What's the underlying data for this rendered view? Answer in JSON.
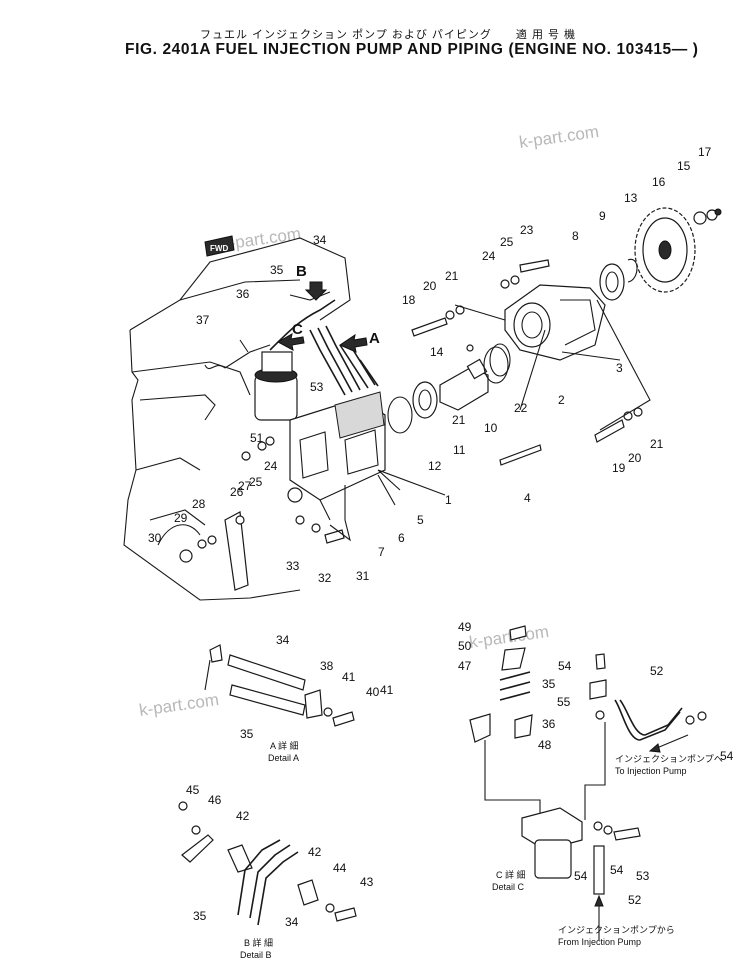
{
  "header": {
    "title_jp": "フュエル インジェクション ポンプ および パイピング　　適 用 号 機",
    "title": "FIG. 2401A  FUEL  INJECTION  PUMP  AND  PIPING  (ENGINE  NO. 103415— )"
  },
  "watermark": "k-part.com",
  "fwd_label": "FWD",
  "view_arrows": [
    "A",
    "B",
    "C"
  ],
  "part_numbers": [
    "1",
    "2",
    "3",
    "4",
    "5",
    "6",
    "7",
    "8",
    "9",
    "10",
    "11",
    "12",
    "13",
    "14",
    "15",
    "16",
    "17",
    "18",
    "19",
    "20",
    "21",
    "22",
    "23",
    "24",
    "25",
    "26",
    "27",
    "28",
    "29",
    "30",
    "31",
    "32",
    "33",
    "34",
    "35",
    "36",
    "37",
    "38",
    "40",
    "41",
    "42",
    "43",
    "44",
    "45",
    "46",
    "47",
    "48",
    "49",
    "50",
    "51",
    "52",
    "53",
    "54",
    "55"
  ],
  "details": {
    "a": {
      "jp": "A 詳 細",
      "en": "Detail A"
    },
    "b": {
      "jp": "B 詳 細",
      "en": "Detail B"
    },
    "c": {
      "jp": "C 詳 細",
      "en": "Detail C"
    }
  },
  "flow_labels": {
    "to_pump_jp": "インジェクションポンプへ",
    "to_pump": "To Injection Pump",
    "from_pump_jp": "インジェクションポンプから",
    "from_pump": "From Injection Pump"
  }
}
